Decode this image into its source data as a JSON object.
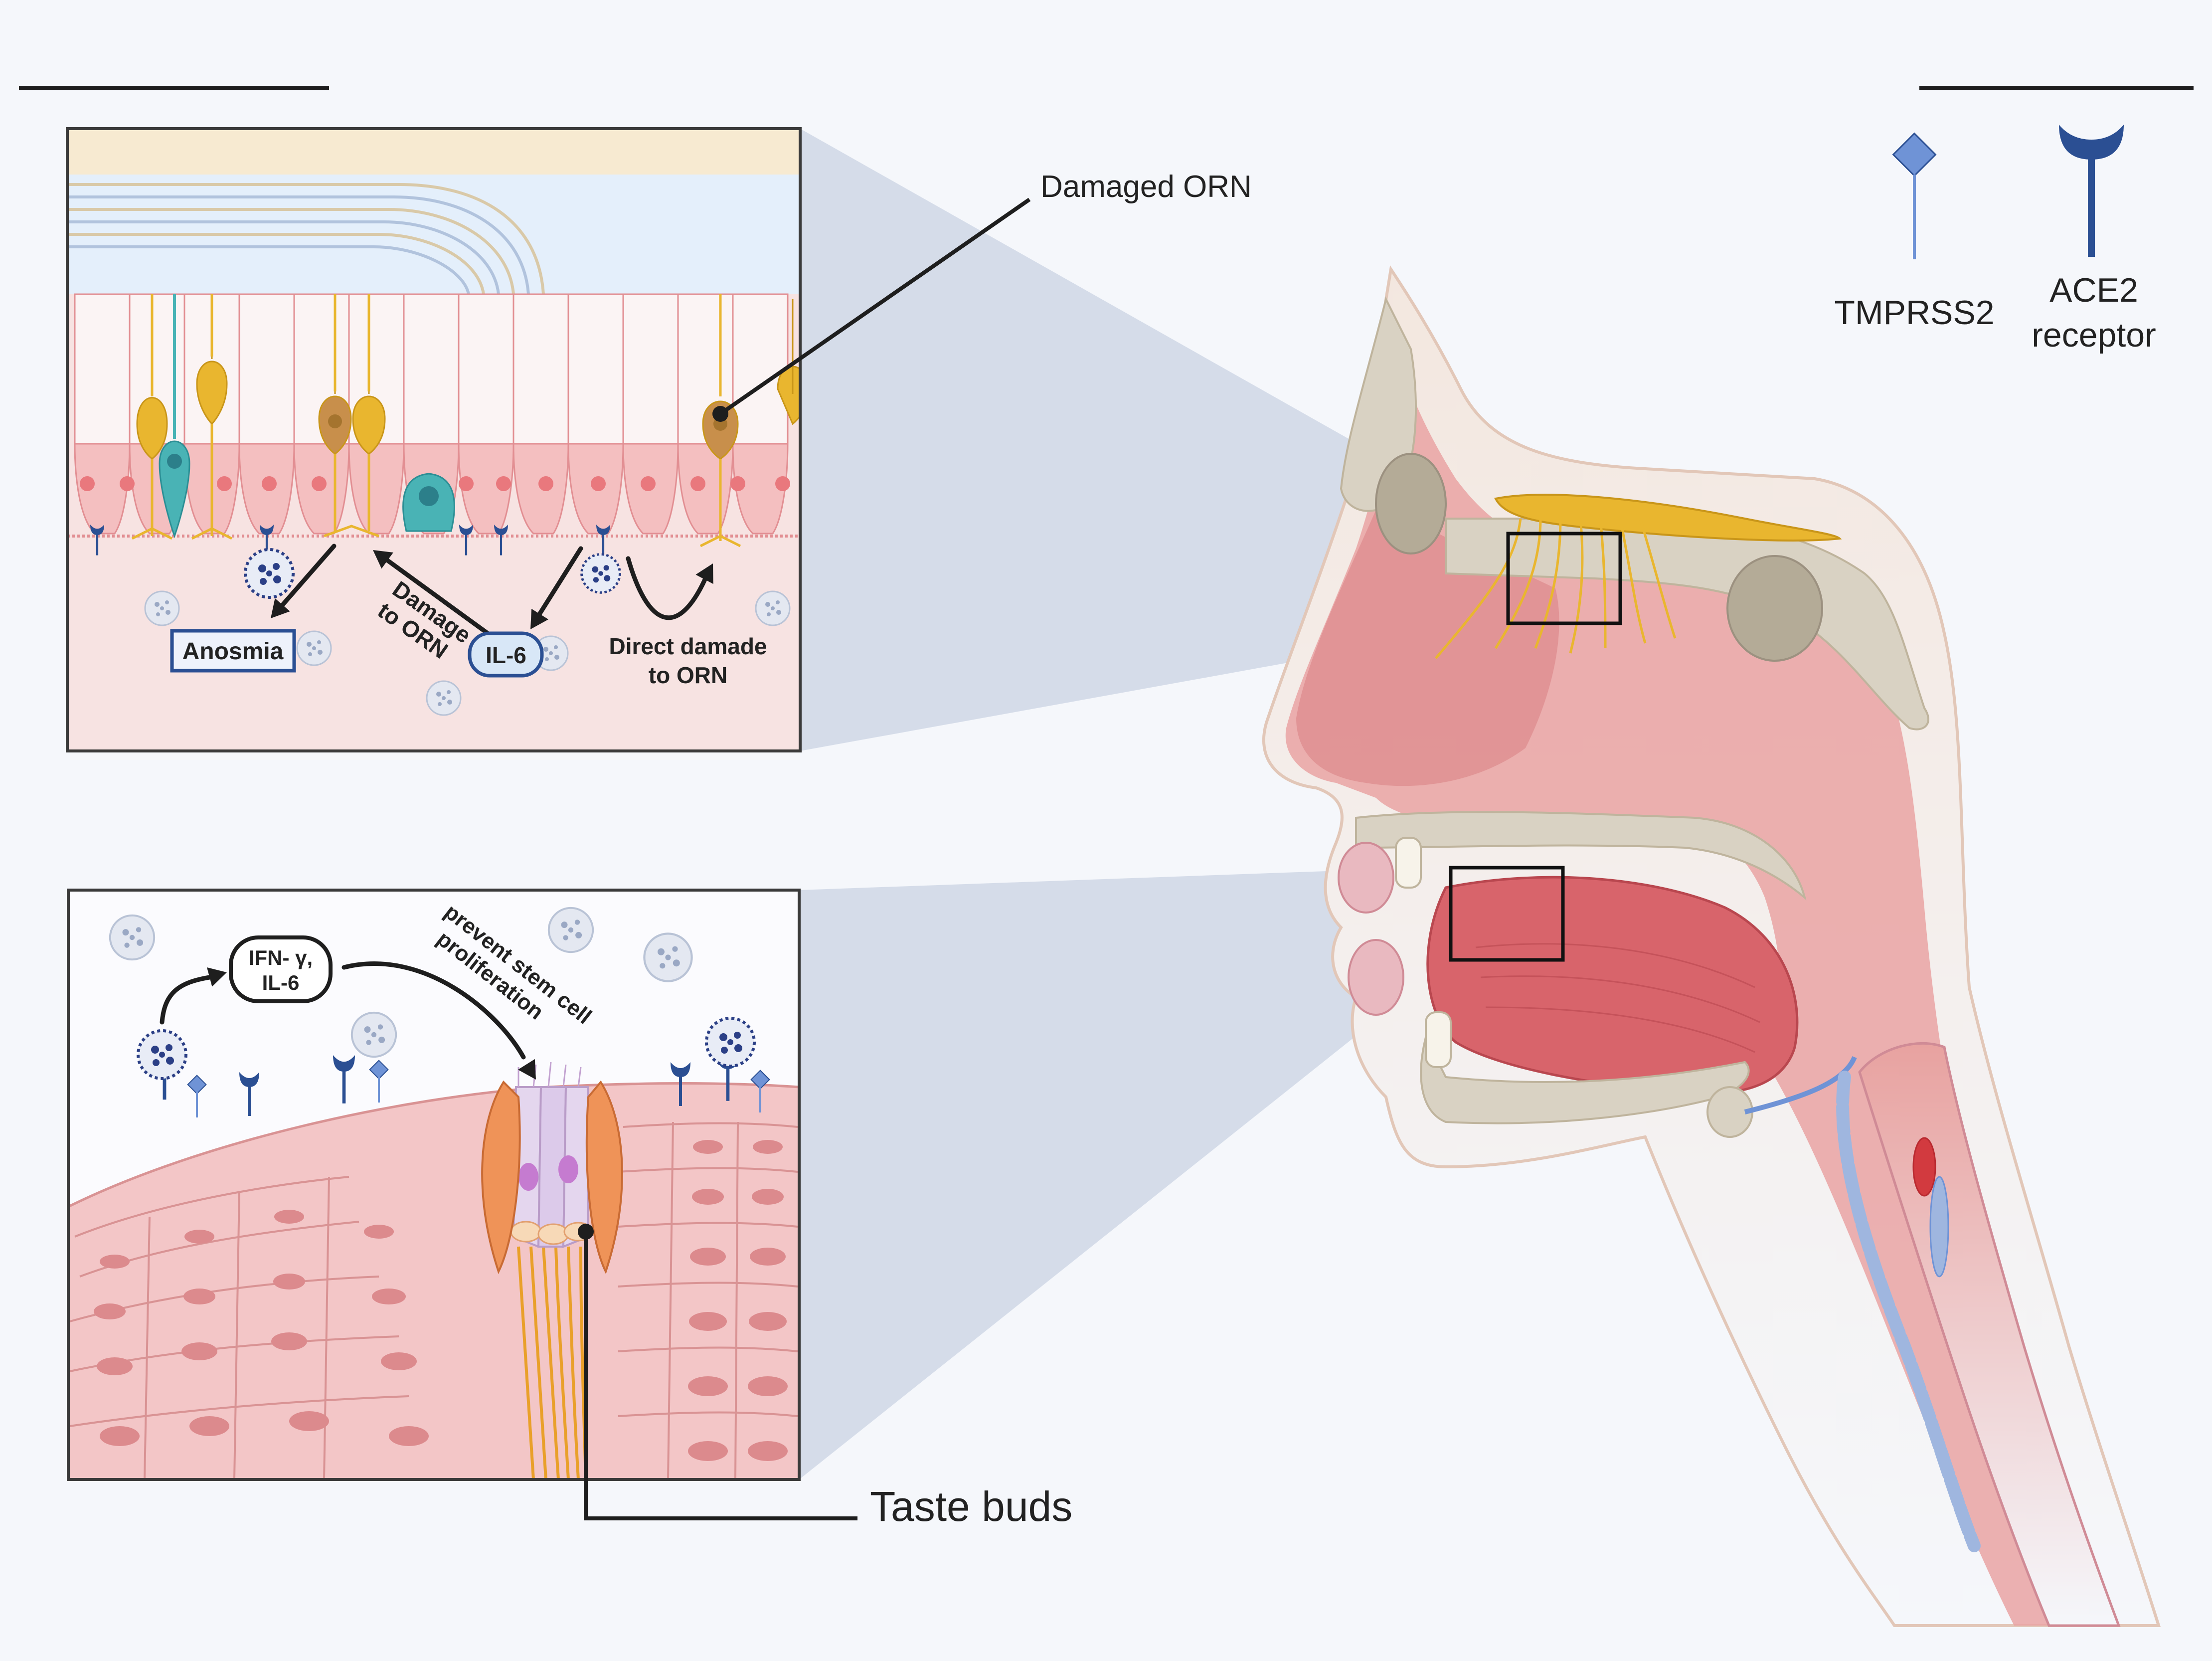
{
  "labels": {
    "damaged_orn": "Damaged ORN",
    "taste_buds": "Taste buds",
    "anosmia": "Anosmia",
    "il6": "IL-6",
    "damage_line1": "Damage",
    "damage_line2": "to ORN",
    "direct_line1": "Direct damade",
    "direct_line2": "to ORN",
    "ifn_line1": "IFN- γ,",
    "ifn_line2": "IL-6",
    "prevent_line1": "prevent stem cell",
    "prevent_line2": "proliferation"
  },
  "legend": {
    "tmprss2": "TMPRSS2",
    "ace2_line1": "ACE2",
    "ace2_line2": "receptor"
  },
  "colors": {
    "background": "#f5f7fb",
    "panel_border": "#3a3a3a",
    "receptor_blue": "#2b4f93",
    "tmprss2_blue": "#6f93d6",
    "neuron_yellow": "#e9b62f",
    "support_cell": "#f4bfc0",
    "tissue_pink": "#f7dede",
    "tongue_red": "#d8646b",
    "bone": "#d9d2c3",
    "connector": "#c9d3e3"
  },
  "icons": [
    "virus-particle-icon",
    "ace2-receptor-icon",
    "tmprss2-icon"
  ]
}
